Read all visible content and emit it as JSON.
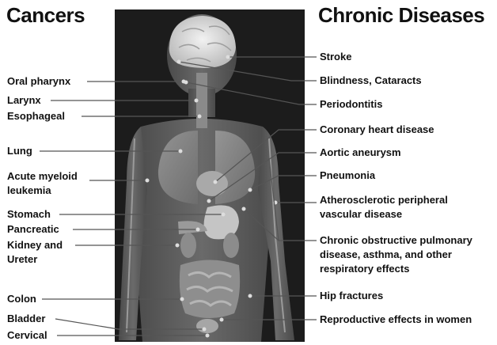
{
  "headings": {
    "cancers": "Cancers",
    "chronic": "Chronic Diseases"
  },
  "cancers": [
    {
      "name": "label-oral-pharynx",
      "text": "Oral pharynx"
    },
    {
      "name": "label-larynx",
      "text": "Larynx"
    },
    {
      "name": "label-esophageal",
      "text": "Esophageal"
    },
    {
      "name": "label-lung",
      "text": "Lung"
    },
    {
      "name": "label-acute-myeloid-leukemia",
      "text": "Acute myeloid\nleukemia"
    },
    {
      "name": "label-stomach",
      "text": "Stomach"
    },
    {
      "name": "label-pancreatic",
      "text": "Pancreatic"
    },
    {
      "name": "label-kidney-ureter",
      "text": "Kidney and\nUreter"
    },
    {
      "name": "label-colon",
      "text": "Colon"
    },
    {
      "name": "label-bladder",
      "text": "Bladder"
    },
    {
      "name": "label-cervical",
      "text": "Cervical"
    }
  ],
  "chronic_diseases": [
    {
      "name": "label-stroke",
      "text": "Stroke"
    },
    {
      "name": "label-blindness-cataracts",
      "text": "Blindness, Cataracts"
    },
    {
      "name": "label-periodontitis",
      "text": "Periodontitis"
    },
    {
      "name": "label-coronary-heart-disease",
      "text": "Coronary heart disease"
    },
    {
      "name": "label-aortic-aneurysm",
      "text": "Aortic aneurysm"
    },
    {
      "name": "label-pneumonia",
      "text": "Pneumonia"
    },
    {
      "name": "label-atherosclerotic",
      "text": "Atherosclerotic peripheral\nvascular disease"
    },
    {
      "name": "label-copd",
      "text": "Chronic obstructive pulmonary\ndisease, asthma, and other\nrespiratory effects"
    },
    {
      "name": "label-hip-fractures",
      "text": "Hip fractures"
    },
    {
      "name": "label-reproductive-effects",
      "text": "Reproductive effects in women"
    }
  ],
  "colors": {
    "background": "#ffffff",
    "panel": "#1c1c1c",
    "leader_line": "#555555",
    "label_text": "#111111"
  }
}
